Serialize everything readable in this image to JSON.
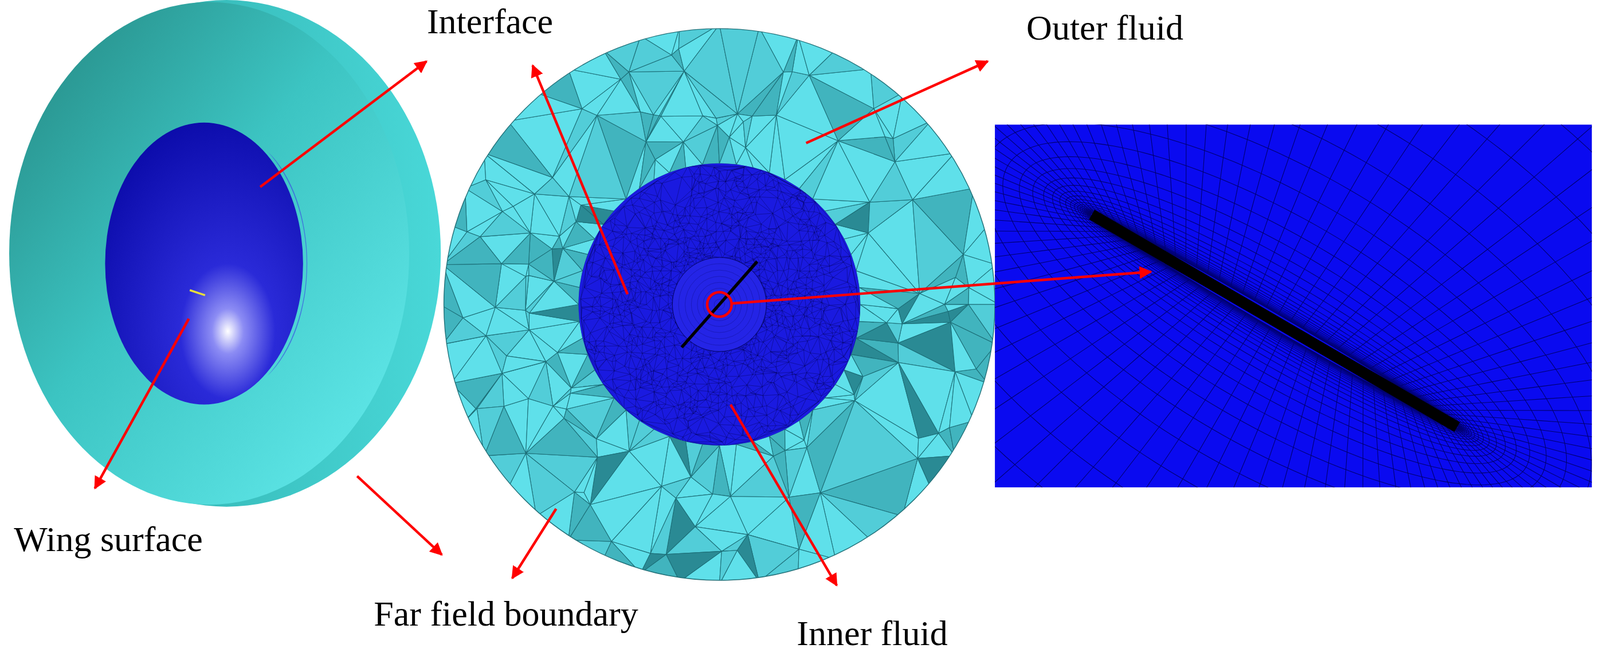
{
  "diagram": {
    "labels": [
      "Interface",
      "Outer fluid",
      "Wing surface",
      "Far field boundary",
      "Inner fluid"
    ]
  }
}
